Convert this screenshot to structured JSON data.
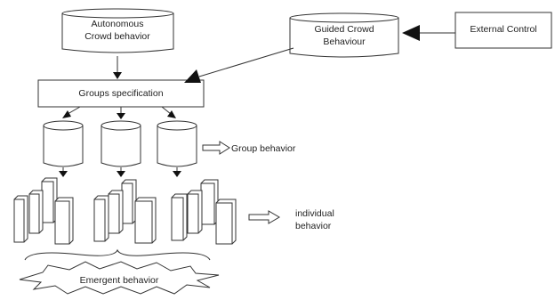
{
  "nodes": {
    "autonomous": {
      "line1": "Autonomous",
      "line2": "Crowd behavior"
    },
    "guided": {
      "line1": "Guided Crowd",
      "line2": "Behaviour"
    },
    "external": {
      "label": "External Control"
    },
    "groups_spec": {
      "label": "Groups specification"
    },
    "group_behavior": {
      "label": "Group behavior"
    },
    "individual_behavior": {
      "line1": "individual",
      "line2": "behavior"
    },
    "emergent": {
      "label": "Emergent behavior"
    }
  },
  "colors": {
    "stroke": "#333333",
    "fill": "#ffffff",
    "text": "#222222"
  }
}
